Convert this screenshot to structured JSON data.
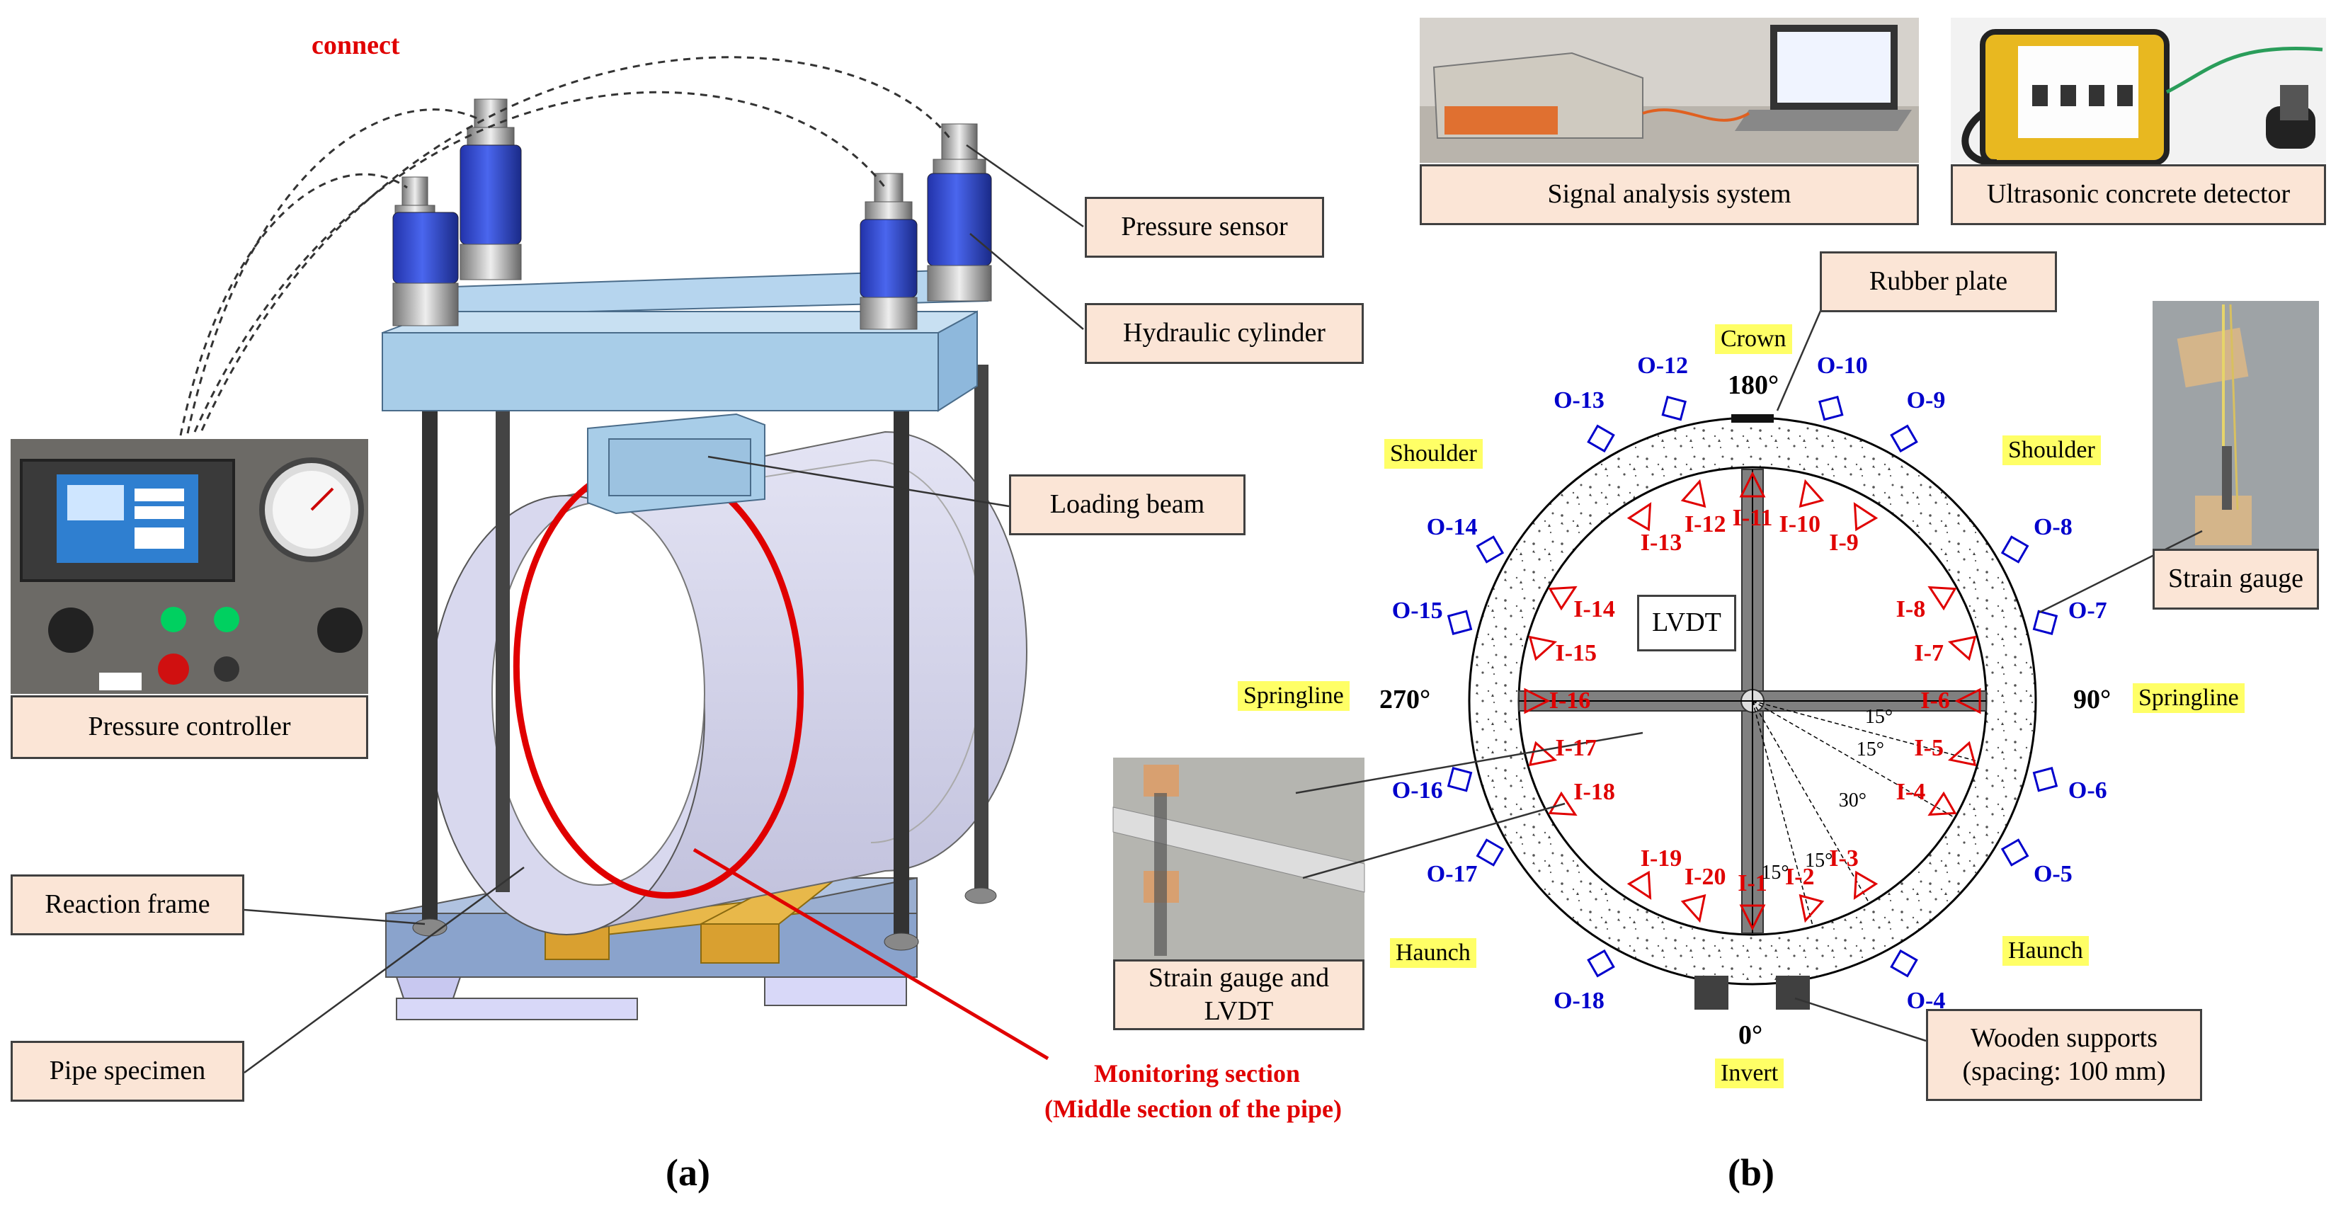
{
  "panel_a": {
    "letter": "(a)",
    "connect": "connect",
    "labels": {
      "pressure_sensor": "Pressure sensor",
      "hydraulic_cylinder": "Hydraulic cylinder",
      "loading_beam": "Loading beam",
      "pressure_controller": "Pressure controller",
      "reaction_frame": "Reaction frame",
      "pipe_specimen": "Pipe specimen"
    },
    "monitoring_line1": "Monitoring section",
    "monitoring_line2": "(Middle section of the pipe)"
  },
  "panel_b": {
    "letter": "(b)",
    "labels": {
      "signal_analysis": "Signal analysis system",
      "ultrasonic": "Ultrasonic concrete detector",
      "rubber_plate": "Rubber plate",
      "strain_gauge": "Strain gauge",
      "strain_gauge_lvdt_1": "Strain gauge and",
      "strain_gauge_lvdt_2": "LVDT",
      "wooden_1": "Wooden supports",
      "wooden_2": "(spacing: 100 mm)",
      "lvdt": "LVDT"
    },
    "zones": {
      "crown": "Crown",
      "shoulder_left": "Shoulder",
      "shoulder_right": "Shoulder",
      "springline_left": "Springline",
      "springline_right": "Springline",
      "haunch_left": "Haunch",
      "haunch_right": "Haunch",
      "invert": "Invert"
    },
    "angles": {
      "a180": "180°",
      "a270": "270°",
      "a90": "90°",
      "a0": "0°"
    },
    "angle_ticks": [
      "15°",
      "15°",
      "30°",
      "15°",
      "15°"
    ],
    "outer_gauges": [
      "O-4",
      "O-5",
      "O-6",
      "O-7",
      "O-8",
      "O-9",
      "O-10",
      "O-12",
      "O-13",
      "O-14",
      "O-15",
      "O-16",
      "O-17",
      "O-18"
    ],
    "inner_gauges": [
      "I-1",
      "I-2",
      "I-3",
      "I-4",
      "I-5",
      "I-6",
      "I-7",
      "I-8",
      "I-9",
      "I-10",
      "I-11",
      "I-12",
      "I-13",
      "I-14",
      "I-15",
      "I-16",
      "I-17",
      "I-18",
      "I-19",
      "I-20"
    ]
  },
  "colors": {
    "label_fill": "#fbe5d6",
    "zone_fill": "#ffff66",
    "red": "#e00000",
    "blue": "#0000cc"
  }
}
